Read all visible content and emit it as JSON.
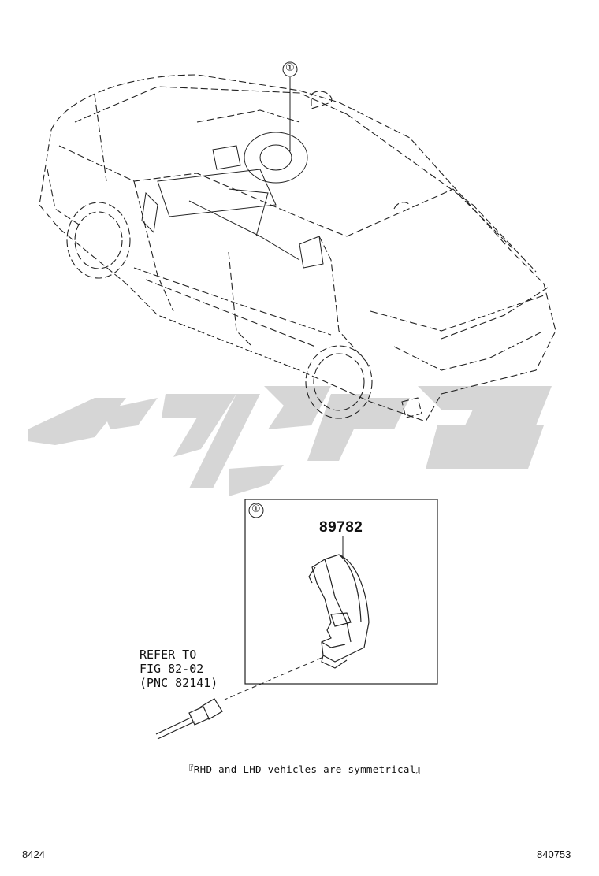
{
  "diagram": {
    "callout_marker": "①",
    "detail_marker": "①",
    "part_number": "89782",
    "refer_lines": [
      "REFER TO",
      "FIG 82-02",
      "(PNC 82141)"
    ],
    "note": "『RHD and LHD vehicles are symmetrical』",
    "page_code_left": "8424",
    "page_code_right": "840753",
    "watermark_color": "#d3d3d3"
  }
}
